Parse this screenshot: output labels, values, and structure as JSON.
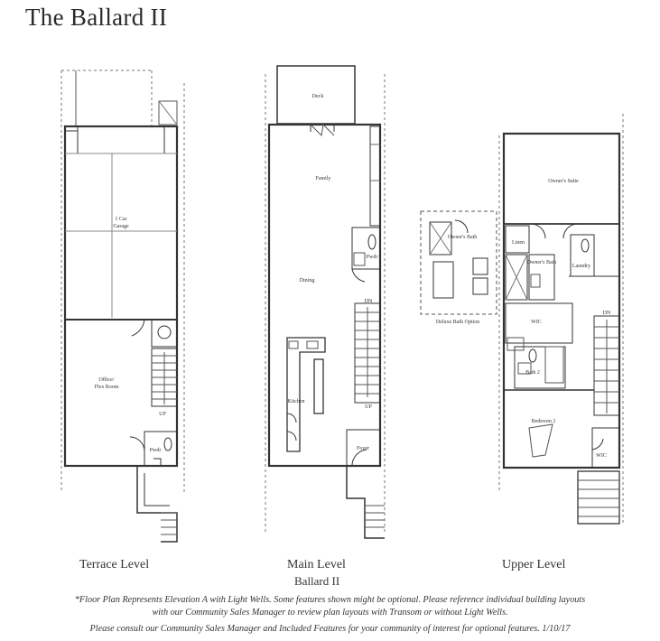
{
  "title": "The Ballard II",
  "levels": {
    "terrace": {
      "label": "Terrace Level",
      "rooms": {
        "garage_1": "1 Car",
        "garage_2": "Garage",
        "office_1": "Office/",
        "office_2": "Flex Room",
        "pwdr": "Pwdr",
        "up": "UP"
      }
    },
    "main": {
      "label": "Main Level",
      "sublabel": "Ballard II",
      "rooms": {
        "deck": "Deck",
        "family": "Family",
        "dining": "Dining",
        "kitchen": "Kitchen",
        "pwdr": "Pwdr",
        "foyer": "Foyer",
        "dn": "DN",
        "up": "UP"
      }
    },
    "upper": {
      "label": "Upper Level",
      "rooms": {
        "owners_suite": "Owner's Suite",
        "owners_bath": "Owner's Bath",
        "deluxe_bath": "Owner's Bath",
        "deluxe_option": "Deluxe Bath Option",
        "wic": "WIC",
        "wic2": "WIC",
        "bath2": "Bath 2",
        "bedroom2": "Bedroom 2",
        "laundry": "Laundry",
        "linen": "Linen",
        "dn": "DN"
      }
    }
  },
  "footnote": {
    "line1": "*Floor Plan Represents Elevation A with Light Wells. Some features shown might be optional. Please reference individual building layouts",
    "line2": "with our Community Sales Manager to review plan layouts with Transom or without Light Wells.",
    "line3": "Please consult our Community Sales Manager and Included Features for your community of interest for optional features.  1/10/17"
  }
}
